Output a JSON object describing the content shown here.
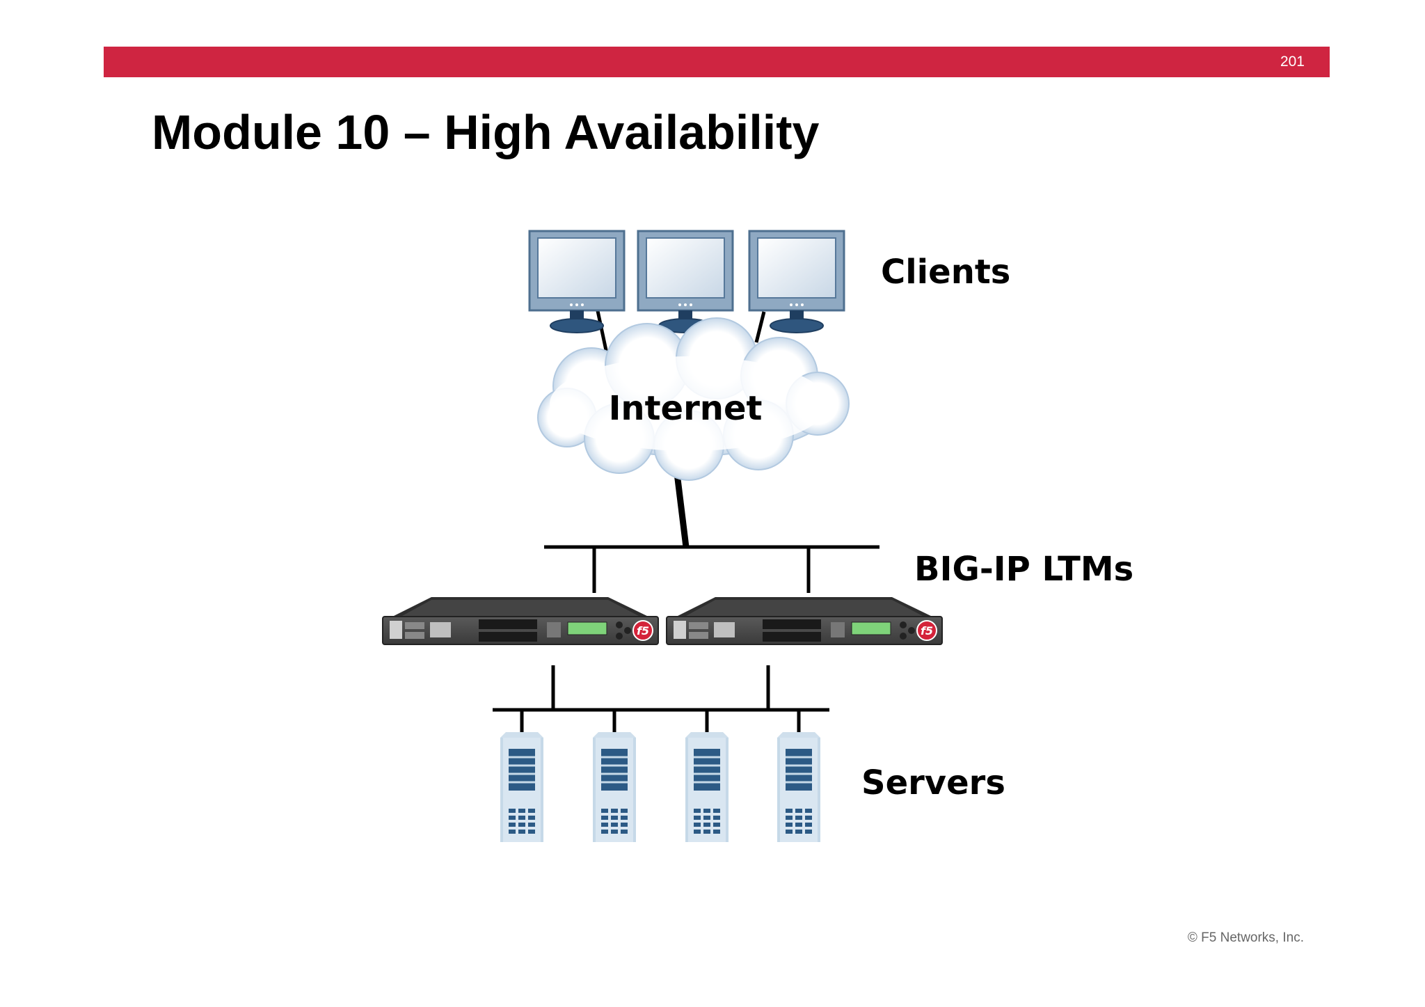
{
  "header": {
    "page_number": "201"
  },
  "slide": {
    "title": "Module 10 – High Availability"
  },
  "diagram": {
    "clients_label": "Clients",
    "cloud_label": "Internet",
    "ltm_label": "BIG-IP LTMs",
    "servers_label": "Servers",
    "device_logo": "f5"
  },
  "footer": {
    "copyright": "© F5 Networks, Inc."
  },
  "colors": {
    "accent": "#cf2541"
  }
}
